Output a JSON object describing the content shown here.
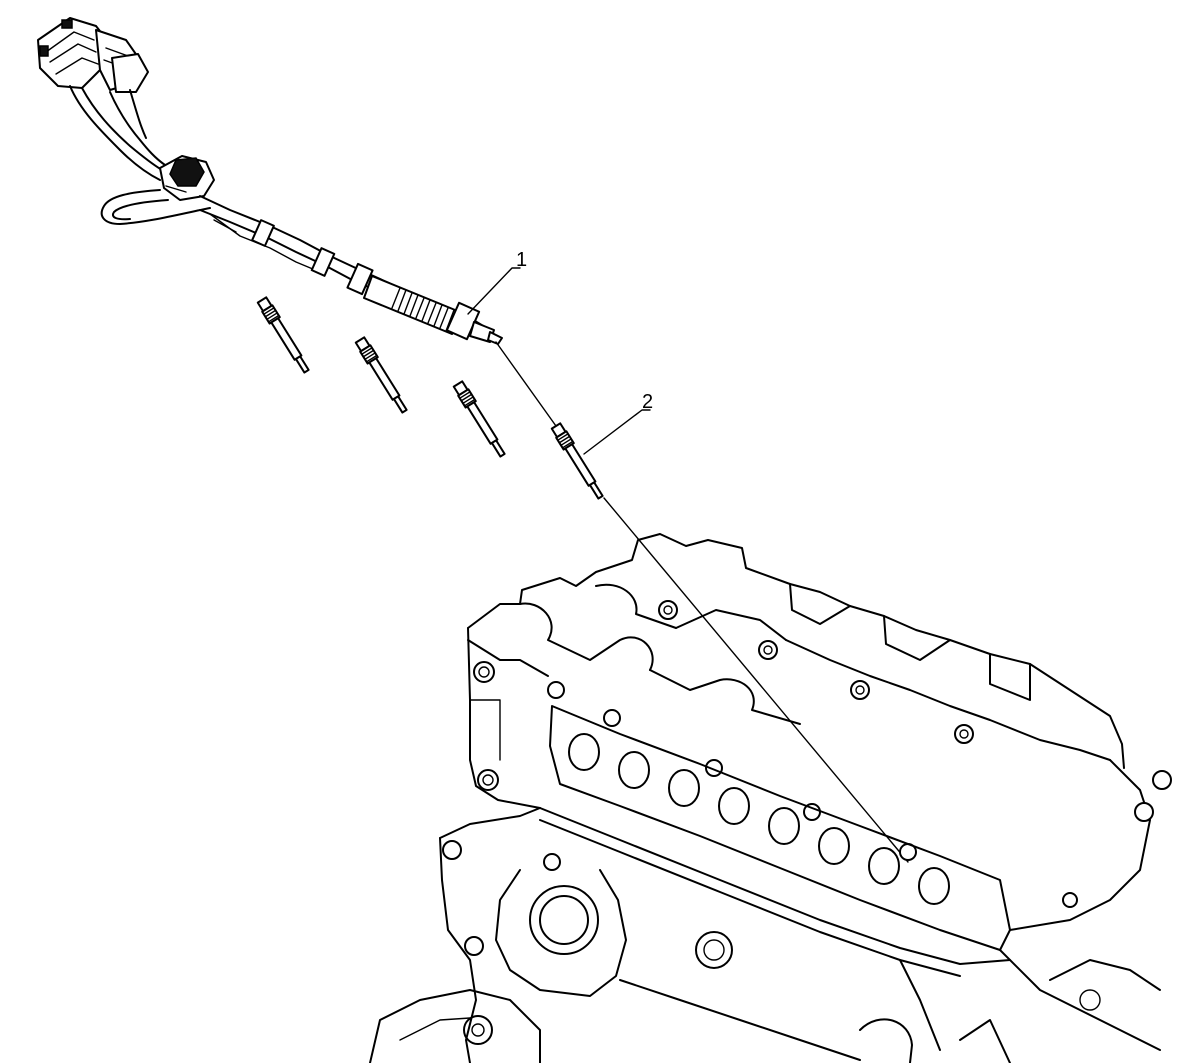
{
  "diagram": {
    "callouts": [
      {
        "id": "1",
        "label": "1",
        "part": "glow-plug-harness"
      },
      {
        "id": "2",
        "label": "2",
        "part": "glow-plug"
      }
    ],
    "colors": {
      "line": "#000000",
      "background": "#ffffff"
    }
  }
}
